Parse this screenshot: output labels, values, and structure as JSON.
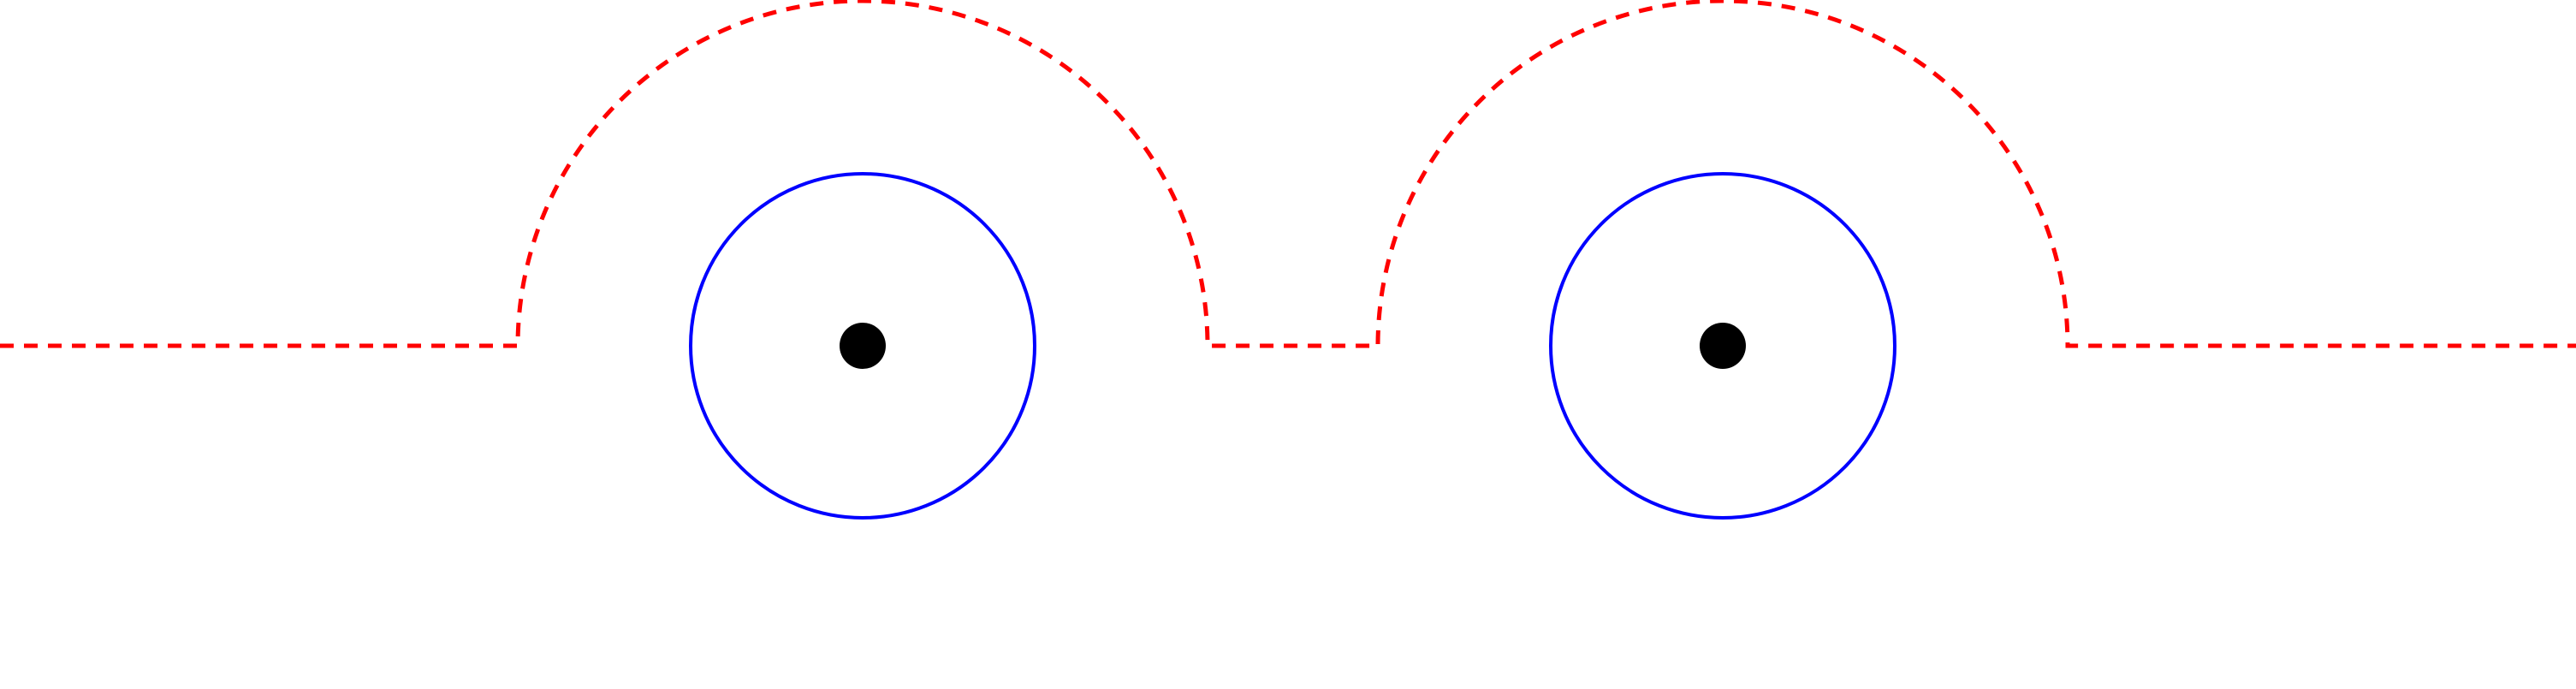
{
  "diagram": {
    "background_color": "#ffffff",
    "boundary": {
      "color": "#ff0000",
      "style": "dashed",
      "shape": "baseline with two semicircular bumps"
    },
    "circles": {
      "color": "#0000ff",
      "count": 2
    },
    "center_points": {
      "color": "#000000",
      "count": 2
    }
  }
}
